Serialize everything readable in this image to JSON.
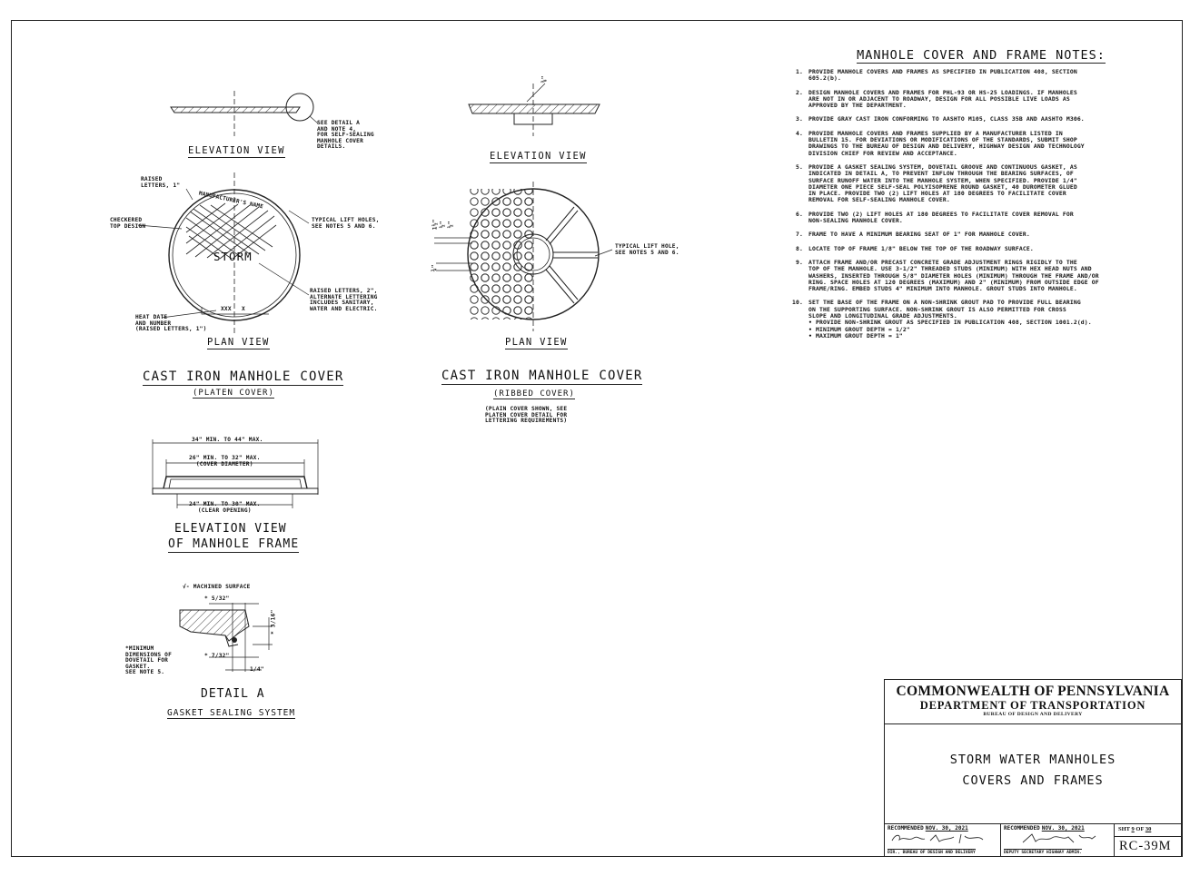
{
  "platen": {
    "elevation_title": "ELEVATION VIEW",
    "see_detail_note": "SEE DETAIL A\nAND NOTE 4,\nFOR SELF-SEALING\nMANHOLE COVER\nDETAILS.",
    "raised_letters_1": "RAISED\nLETTERS, 1\"",
    "manufacturer_name": "MANUFACTURER'S NAME",
    "checkered": "CHECKERED\nTOP DESIGN",
    "storm": "STORM",
    "lift_holes": "TYPICAL LIFT HOLES,\nSEE NOTES 5 AND 6.",
    "raised_letters_2": "RAISED LETTERS, 2\",\nALTERNATE LETTERING\nINCLUDES SANITARY,\nWATER AND ELECTRIC.",
    "heat_date": "HEAT DATE\nAND NUMBER\n(RAISED LETTERS, 1\")",
    "xxx": "XXX",
    "x": "X",
    "plan_title": "PLAN VIEW",
    "cover_title": "CAST IRON MANHOLE COVER",
    "cover_sub": "(PLATEN COVER)"
  },
  "ribbed": {
    "elevation_title": "ELEVATION VIEW",
    "dim_top": "⅜\"",
    "dim_1": "1½\"",
    "dim_2": "½\"",
    "dim_3": "½\"",
    "dim_4": "¾\"",
    "lift_holes": "TYPICAL LIFT HOLE,\nSEE NOTES 5 AND 6.",
    "plan_title": "PLAN VIEW",
    "cover_title": "CAST IRON MANHOLE COVER",
    "cover_sub": "(RIBBED COVER)",
    "note": "(PLAIN COVER SHOWN, SEE\nPLATEN COVER DETAIL FOR\nLETTERING REQUIREMENTS)"
  },
  "frame": {
    "dim_outer": "34\" MIN. TO 44\" MAX.",
    "dim_cover": "26\" MIN. TO 32\" MAX.\n(COVER DIAMETER)",
    "dim_clear": "24\" MIN. TO 30\" MAX.\n(CLEAR OPENING)",
    "title_1": "ELEVATION VIEW",
    "title_2": "OF MANHOLE FRAME"
  },
  "detail_a": {
    "machined": "√- MACHINED SURFACE",
    "dim_a": "* 5/32\"",
    "dim_b": "* 3/16\"",
    "dim_c": "* 7/32\"",
    "dim_d": "1/4\"",
    "min_note": "*MINIMUM\nDIMENSIONS OF\nDOVETAIL FOR\nGASKET.\nSEE NOTE 5.",
    "title": "DETAIL A",
    "sub": "GASKET SEALING SYSTEM"
  },
  "notes": {
    "title": "MANHOLE COVER AND FRAME NOTES:",
    "items": [
      {
        "num": "1.",
        "text": "PROVIDE MANHOLE COVERS AND FRAMES AS SPECIFIED IN PUBLICATION 408, SECTION\n605.2(b)."
      },
      {
        "num": "2.",
        "text": "DESIGN MANHOLE COVERS AND FRAMES FOR PHL-93 OR HS-25 LOADINGS. IF MANHOLES\nARE NOT IN OR ADJACENT TO ROADWAY, DESIGN FOR ALL POSSIBLE LIVE LOADS AS\nAPPROVED BY THE DEPARTMENT."
      },
      {
        "num": "3.",
        "text": "PROVIDE GRAY CAST IRON CONFORMING TO AASHTO M105, CLASS 35B AND AASHTO M306."
      },
      {
        "num": "4.",
        "text": "PROVIDE MANHOLE COVERS AND FRAMES SUPPLIED BY A MANUFACTURER LISTED IN\nBULLETIN 15. FOR DEVIATIONS OR MODIFICATIONS OF THE STANDARDS, SUBMIT SHOP\nDRAWINGS TO THE BUREAU OF DESIGN AND DELIVERY, HIGHWAY DESIGN AND TECHNOLOGY\nDIVISION CHIEF FOR REVIEW AND ACCEPTANCE."
      },
      {
        "num": "5.",
        "text": "PROVIDE A GASKET SEALING SYSTEM, DOVETAIL GROOVE AND CONTINUOUS GASKET, AS\nINDICATED IN DETAIL A, TO PREVENT INFLOW THROUGH THE BEARING SURFACES, OF\nSURFACE RUNOFF WATER INTO THE MANHOLE SYSTEM, WHEN SPECIFIED. PROVIDE 1/4\"\nDIAMETER ONE PIECE SELF-SEAL POLYISOPRENE ROUND GASKET, 40 DUROMETER GLUED\nIN PLACE. PROVIDE TWO (2) LIFT HOLES AT 180 DEGREES TO FACILITATE COVER\nREMOVAL FOR SELF-SEALING MANHOLE COVER."
      },
      {
        "num": "6.",
        "text": "PROVIDE TWO (2) LIFT HOLES AT 180 DEGREES TO FACILITATE COVER REMOVAL FOR\nNON-SEALING MANHOLE COVER."
      },
      {
        "num": "7.",
        "text": "FRAME TO HAVE A MINIMUM BEARING SEAT OF 1\" FOR MANHOLE COVER."
      },
      {
        "num": "8.",
        "text": "LOCATE TOP OF FRAME 1/8\" BELOW THE TOP OF THE ROADWAY SURFACE."
      },
      {
        "num": "9.",
        "text": "ATTACH FRAME AND/OR PRECAST CONCRETE GRADE ADJUSTMENT RINGS RIGIDLY TO THE\nTOP OF THE MANHOLE. USE 3-1/2\" THREADED STUDS (MINIMUM) WITH HEX HEAD NUTS AND\nWASHERS, INSERTED THROUGH 5/8\" DIAMETER HOLES (MINIMUM) THROUGH THE FRAME AND/OR\nRING. SPACE HOLES AT 120 DEGREES (MAXIMUM) AND 2\" (MINIMUM) FROM OUTSIDE EDGE OF\nFRAME/RING. EMBED STUDS 4\" MINIMUM INTO MANHOLE. GROUT STUDS INTO MANHOLE."
      },
      {
        "num": "10.",
        "text": "SET THE BASE OF THE FRAME ON A NON-SHRINK GROUT PAD TO PROVIDE FULL BEARING\nON THE SUPPORTING SURFACE. NON-SHRINK GROUT IS ALSO PERMITTED FOR CROSS\nSLOPE AND LONGITUDINAL GRADE ADJUSTMENTS.\n    • PROVIDE NON-SHRINK GROUT AS SPECIFIED IN PUBLICATION 408, SECTION 1001.2(d).\n        • MINIMUM GROUT DEPTH = 1/2\"\n        • MAXIMUM GROUT DEPTH = 1\""
      }
    ]
  },
  "titleblock": {
    "agency": "COMMONWEALTH OF PENNSYLVANIA",
    "department": "DEPARTMENT OF TRANSPORTATION",
    "bureau": "BUREAU OF DESIGN AND DELIVERY",
    "title_1": "STORM WATER MANHOLES",
    "title_2": "COVERS AND FRAMES",
    "rec_label": "RECOMMENDED",
    "rec1_date": "NOV. 30, 2021",
    "rec1_title": "DIR., BUREAU OF DESIGN AND DELIVERY",
    "rec2_date": "NOV. 30, 2021",
    "rec2_title": "DEPUTY SECRETARY HIGHWAY ADMIN.",
    "sht_label": "SHT",
    "sht_num": "9",
    "sht_of": "OF",
    "sht_total": "30",
    "code": "RC-39M"
  }
}
